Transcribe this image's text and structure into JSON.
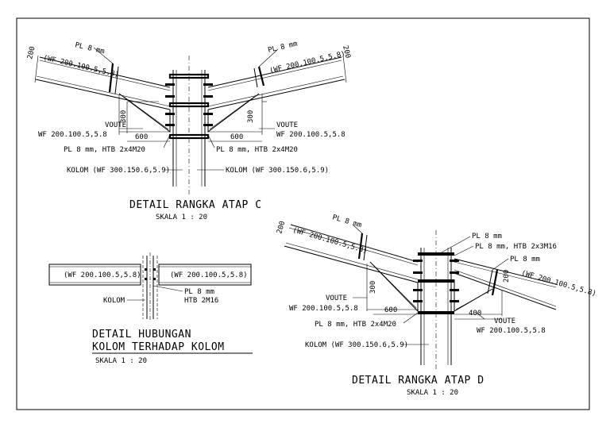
{
  "detail_c": {
    "title": "DETAIL RANGKA ATAP C",
    "scale": "SKALA   1 : 20",
    "left_plate": "PL 8 mm",
    "right_plate": "PL 8 mm",
    "left_rafter": "(WF 200.100.5,5.8)",
    "right_rafter": "(WF 200.100.5,5.8)",
    "left_depth": "200",
    "right_depth": "200",
    "left_voute_h": "300",
    "right_voute_h": "300",
    "left_voute_w": "600",
    "right_voute_w": "600",
    "left_voute": "VOUTE",
    "left_voute_sec": "WF 200.100.5,5.8",
    "right_voute": "VOUTE",
    "right_voute_sec": "WF 200.100.5,5.8",
    "left_bolt": "PL 8 mm, HTB 2x4M20",
    "right_bolt": "PL 8 mm, HTB 2x4M20",
    "left_column": "KOLOM (WF 300.150.6,5.9)",
    "right_column": "KOLOM (WF 300.150.6,5.9)"
  },
  "detail_d": {
    "title": "DETAIL RANGKA ATAP D",
    "scale": "SKALA   1 : 20",
    "left_plate": "PL 8 mm",
    "left_rafter": "(WF 200.100.5,5.8)",
    "left_depth": "200",
    "top_plate": "PL 8 mm",
    "top_bolt": "PL 8 mm, HTB 2x3M16",
    "right_plate": "PL 8 mm",
    "right_rafter": "(WF 200.100.5,5.8)",
    "right_depth": "200",
    "left_voute_h": "300",
    "left_voute_w": "600",
    "right_voute_w": "400",
    "left_voute": "VOUTE",
    "left_voute_sec": "WF 200.100.5,5.8",
    "right_voute": "VOUTE",
    "right_voute_sec": "WF 200.100.5,5.8",
    "bottom_bolt": "PL 8 mm, HTB 2x4M20",
    "column": "KOLOM (WF 300.150.6,5.9)"
  },
  "detail_conn": {
    "title_line1": "DETAIL HUBUNGAN",
    "title_line2": "KOLOM TERHADAP KOLOM",
    "scale": "SKALA   1 : 20",
    "left_beam": "(WF 200.100.5,5.8)",
    "right_beam": "(WF 200.100.5,5.8)",
    "plate": "PL 8 mm",
    "bolt": "HTB 2M16",
    "column": "KOLOM"
  }
}
